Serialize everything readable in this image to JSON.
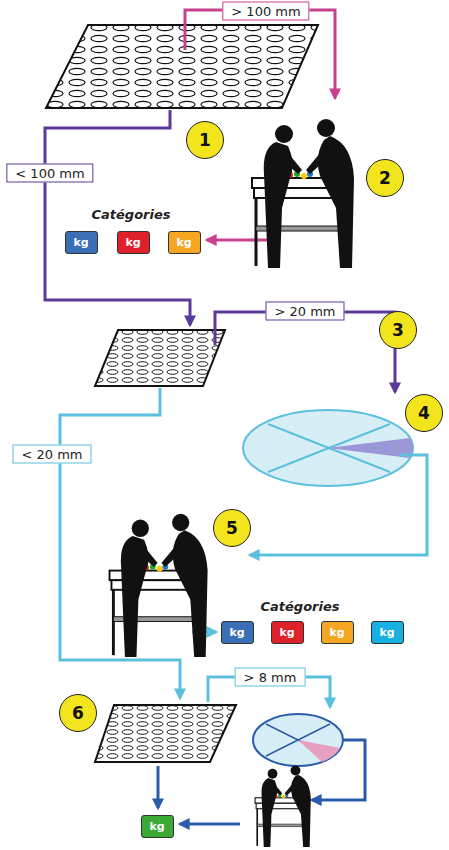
{
  "diagram": {
    "nodes": [
      {
        "text": [
          "1"
        ]
      },
      {
        "text": [
          "2"
        ]
      },
      {
        "text": [
          "kg"
        ]
      },
      {
        "text": [
          "kg"
        ]
      },
      {
        "text": [
          "kg"
        ]
      },
      {
        "text": [
          "3"
        ]
      },
      {
        "text": [
          "4"
        ]
      },
      {
        "text": [
          "5"
        ]
      },
      {
        "text": [
          "kg"
        ]
      },
      {
        "text": [
          "kg"
        ]
      },
      {
        "text": [
          "kg"
        ]
      },
      {
        "text": [
          "kg"
        ]
      },
      {
        "text": [
          "6"
        ]
      },
      {
        "text": [
          "kg"
        ]
      }
    ],
    "labels": [
      "> 100 mm",
      "Catégories",
      "< 100 mm",
      "> 20 mm",
      "< 20 mm",
      "Catégories",
      "> 8 mm"
    ]
  }
}
